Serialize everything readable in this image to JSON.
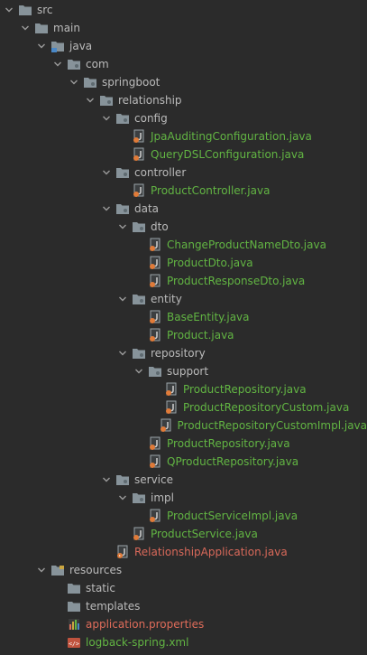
{
  "tree": [
    {
      "label": "src",
      "kind": "folder",
      "depth": 0,
      "expanded": true,
      "color": "folder"
    },
    {
      "label": "main",
      "kind": "folder",
      "depth": 1,
      "expanded": true,
      "color": "folder"
    },
    {
      "label": "java",
      "kind": "folder-src",
      "depth": 2,
      "expanded": true,
      "color": "folder"
    },
    {
      "label": "com",
      "kind": "package",
      "depth": 3,
      "expanded": true,
      "color": "folder"
    },
    {
      "label": "springboot",
      "kind": "package",
      "depth": 4,
      "expanded": true,
      "color": "folder"
    },
    {
      "label": "relationship",
      "kind": "package",
      "depth": 5,
      "expanded": true,
      "color": "folder"
    },
    {
      "label": "config",
      "kind": "package",
      "depth": 6,
      "expanded": true,
      "color": "folder"
    },
    {
      "label": "JpaAuditingConfiguration.java",
      "kind": "java",
      "depth": 7,
      "color": "green"
    },
    {
      "label": "QueryDSLConfiguration.java",
      "kind": "java",
      "depth": 7,
      "color": "green"
    },
    {
      "label": "controller",
      "kind": "package",
      "depth": 6,
      "expanded": true,
      "color": "folder"
    },
    {
      "label": "ProductController.java",
      "kind": "java",
      "depth": 7,
      "color": "green"
    },
    {
      "label": "data",
      "kind": "package",
      "depth": 6,
      "expanded": true,
      "color": "folder"
    },
    {
      "label": "dto",
      "kind": "package",
      "depth": 7,
      "expanded": true,
      "color": "folder"
    },
    {
      "label": "ChangeProductNameDto.java",
      "kind": "java",
      "depth": 8,
      "color": "green"
    },
    {
      "label": "ProductDto.java",
      "kind": "java",
      "depth": 8,
      "color": "green"
    },
    {
      "label": "ProductResponseDto.java",
      "kind": "java",
      "depth": 8,
      "color": "green"
    },
    {
      "label": "entity",
      "kind": "package",
      "depth": 7,
      "expanded": true,
      "color": "folder"
    },
    {
      "label": "BaseEntity.java",
      "kind": "java",
      "depth": 8,
      "color": "green"
    },
    {
      "label": "Product.java",
      "kind": "java",
      "depth": 8,
      "color": "green"
    },
    {
      "label": "repository",
      "kind": "package",
      "depth": 7,
      "expanded": true,
      "color": "folder"
    },
    {
      "label": "support",
      "kind": "package",
      "depth": 8,
      "expanded": true,
      "color": "folder"
    },
    {
      "label": "ProductRepository.java",
      "kind": "java",
      "depth": 9,
      "color": "green"
    },
    {
      "label": "ProductRepositoryCustom.java",
      "kind": "java",
      "depth": 9,
      "color": "green"
    },
    {
      "label": "ProductRepositoryCustomImpl.java",
      "kind": "java",
      "depth": 9,
      "color": "green"
    },
    {
      "label": "ProductRepository.java",
      "kind": "java",
      "depth": 8,
      "color": "green"
    },
    {
      "label": "QProductRepository.java",
      "kind": "java",
      "depth": 8,
      "color": "green"
    },
    {
      "label": "service",
      "kind": "package",
      "depth": 6,
      "expanded": true,
      "color": "folder"
    },
    {
      "label": "impl",
      "kind": "package",
      "depth": 7,
      "expanded": true,
      "color": "folder"
    },
    {
      "label": "ProductServiceImpl.java",
      "kind": "java",
      "depth": 8,
      "color": "green"
    },
    {
      "label": "ProductService.java",
      "kind": "java",
      "depth": 7,
      "color": "green"
    },
    {
      "label": "RelationshipApplication.java",
      "kind": "java-app",
      "depth": 6,
      "color": "error"
    },
    {
      "label": "resources",
      "kind": "folder-res",
      "depth": 2,
      "expanded": true,
      "color": "folder"
    },
    {
      "label": "static",
      "kind": "folder",
      "depth": 3,
      "color": "folder"
    },
    {
      "label": "templates",
      "kind": "folder",
      "depth": 3,
      "color": "folder"
    },
    {
      "label": "application.properties",
      "kind": "properties",
      "depth": 3,
      "color": "red"
    },
    {
      "label": "logback-spring.xml",
      "kind": "xml",
      "depth": 3,
      "color": "green"
    }
  ],
  "colors": {
    "background": "#2b2b2b",
    "folder_text": "#bbbbbb",
    "vcs_added": "#62b543",
    "vcs_error": "#d9695a",
    "folder_icon": "#87939a",
    "java_icon_dark": "#3c3f41",
    "java_icon_orange": "#e07b39"
  }
}
